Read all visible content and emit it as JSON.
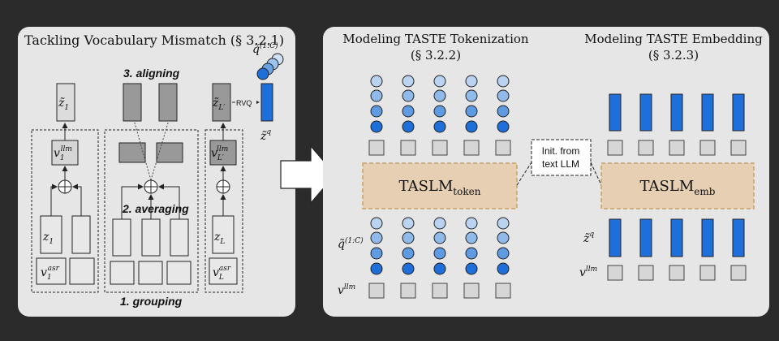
{
  "left_panel": {
    "title": "Tackling Vocabulary Mismatch (§ 3.2.1)",
    "step_aligning": "3. aligning",
    "step_averaging": "2. averaging",
    "step_grouping": "1. grouping",
    "rvq_label": "RVQ",
    "q_label": "q̃",
    "q_sup": "(1:C)",
    "zq_label": "z̃",
    "zq_sup": "q",
    "col1": {
      "z_top": "z̃",
      "z_top_sub": "1",
      "v_llm": "v",
      "v_llm_sub": "1",
      "v_llm_sup": "llm",
      "z": "z",
      "z_sub": "1",
      "v_asr": "v",
      "v_asr_sub": "1",
      "v_asr_sup": "asr"
    },
    "col3": {
      "z_top": "z̃",
      "z_top_sub": "L′",
      "v_llm": "v",
      "v_llm_sub": "L′",
      "v_llm_sup": "llm",
      "z": "z",
      "z_sub": "L",
      "v_asr": "v",
      "v_asr_sub": "L",
      "v_asr_sup": "asr"
    }
  },
  "right_panel": {
    "token_title_1": "Modeling TASTE Tokenization",
    "token_title_2": "(§ 3.2.2)",
    "emb_title_1": "Modeling TASTE Embedding",
    "emb_title_2": "(§ 3.2.3)",
    "token_model": "TASLM",
    "token_model_sub": "token",
    "emb_model": "TASLM",
    "emb_model_sub": "emb",
    "init_line1": "Init. from",
    "init_line2": "text LLM",
    "q_label": "q̃",
    "q_sup": "(1:C)",
    "v_label": "v",
    "v_sup": "llm",
    "zq_label": "z̃",
    "zq_sup": "q",
    "vemb_label": "v",
    "vemb_sup": "llm"
  },
  "colors": {
    "panel": "#e6e6e6",
    "box_fill": "#e8e8e8",
    "box_dark": "#8f8f8f",
    "token_blue": "#1e6fd9",
    "token_light": "#9cc4ee",
    "model_fill": "#e6cfb2",
    "model_border": "#c9a264"
  },
  "icons": [
    "right-arrow-icon",
    "oplus-icon"
  ]
}
